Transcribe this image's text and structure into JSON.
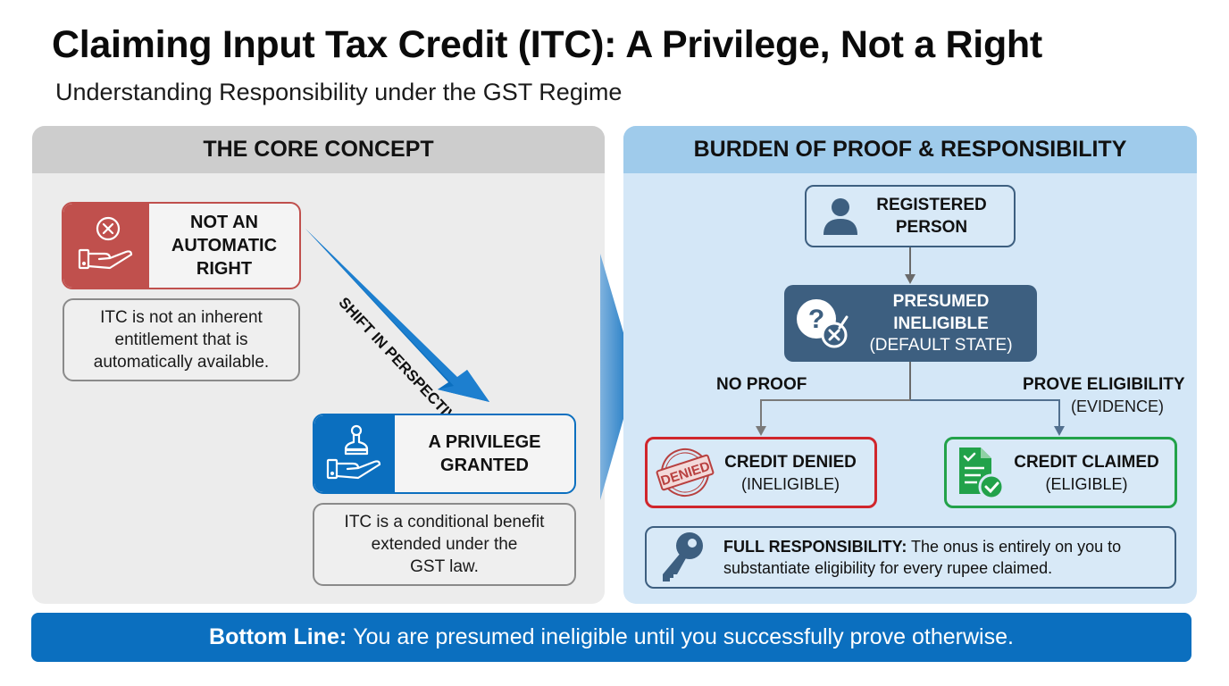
{
  "header": {
    "title": "Claiming Input Tax Credit (ITC): A Privilege, Not a Right",
    "subtitle": "Understanding Responsibility under the GST Regime"
  },
  "left_panel": {
    "heading": "THE CORE CONCEPT",
    "card_not_right": {
      "icon": "hand-x-icon",
      "label_lines": [
        "NOT AN",
        "AUTOMATIC",
        "RIGHT"
      ],
      "color": "#c0504d",
      "description": [
        "ITC is not an inherent",
        "entitlement that is",
        "automatically available."
      ]
    },
    "shift_label": "SHIFT IN PERSPECTIVE",
    "card_privilege": {
      "icon": "hand-stamp-icon",
      "label_lines": [
        "A PRIVILEGE",
        "GRANTED"
      ],
      "color": "#0b6fbf",
      "description": [
        "ITC is a conditional benefit",
        "extended under the",
        "GST law."
      ]
    }
  },
  "right_panel": {
    "heading": "BURDEN OF PROOF & RESPONSIBILITY",
    "registered_person": {
      "icon": "person-icon",
      "lines": [
        "REGISTERED",
        "PERSON"
      ]
    },
    "presumed": {
      "icon": "question-x-icon",
      "lines": [
        "PRESUMED",
        "INELIGIBLE"
      ],
      "sub": "(DEFAULT STATE)",
      "color": "#3d5f80"
    },
    "branch_left": {
      "label": "NO PROOF"
    },
    "branch_right": {
      "label": "PROVE ELIGIBILITY",
      "sub": "(EVIDENCE)"
    },
    "denied": {
      "icon": "denied-stamp-icon",
      "stamp_text": "DENIED",
      "title": "CREDIT DENIED",
      "sub": "(INELIGIBLE)",
      "color": "#d0262c"
    },
    "claimed": {
      "icon": "document-check-icon",
      "title": "CREDIT CLAIMED",
      "sub": "(ELIGIBLE)",
      "color": "#22a24a"
    },
    "responsibility": {
      "icon": "key-icon",
      "bold": "FULL RESPONSIBILITY:",
      "text1": " The onus is entirely on you to",
      "text2": "substantiate eligibility for every rupee claimed."
    }
  },
  "footer": {
    "bold": "Bottom Line:",
    "text": "You are presumed ineligible until you successfully prove otherwise."
  }
}
